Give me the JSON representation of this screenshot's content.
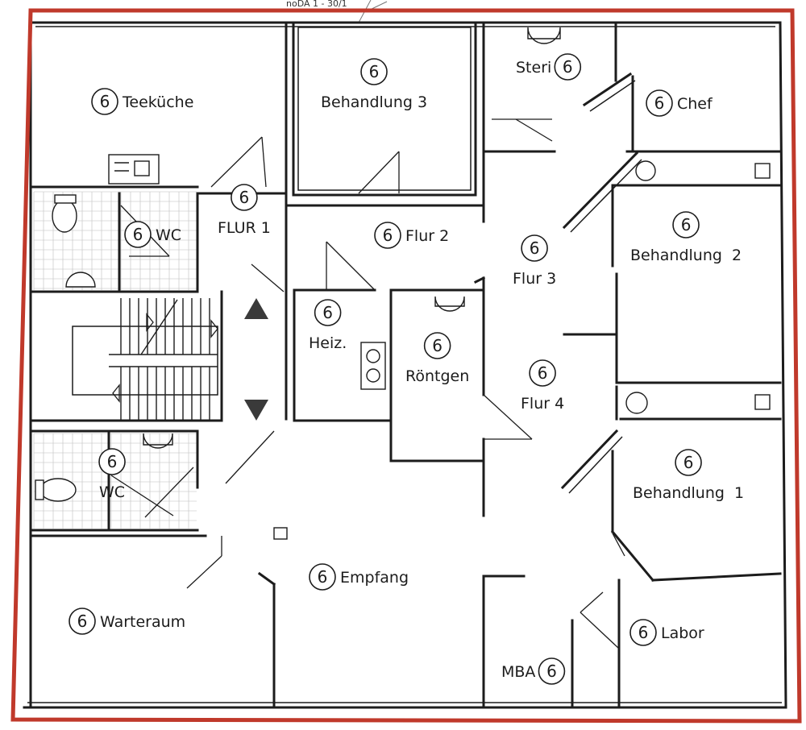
{
  "plan": {
    "top_note": "noDA 1 - 30/1",
    "border_color": "#c0392b",
    "marker": "6",
    "rooms": [
      {
        "id": "teekueche",
        "name": "Teeküche"
      },
      {
        "id": "behandlung3",
        "name": "Behandlung 3"
      },
      {
        "id": "steri",
        "name": "Steri"
      },
      {
        "id": "chef",
        "name": "Chef"
      },
      {
        "id": "wc-top",
        "name": "WC"
      },
      {
        "id": "flur1",
        "name": "FLUR 1"
      },
      {
        "id": "flur2",
        "name": "Flur 2"
      },
      {
        "id": "flur3",
        "name": "Flur 3"
      },
      {
        "id": "behandlung2",
        "name": "Behandlung  2"
      },
      {
        "id": "heiz",
        "name": "Heiz."
      },
      {
        "id": "roentgen",
        "name": "Röntgen"
      },
      {
        "id": "flur4",
        "name": "Flur 4"
      },
      {
        "id": "wc-bottom",
        "name": "WC"
      },
      {
        "id": "behandlung1",
        "name": "Behandlung  1"
      },
      {
        "id": "empfang",
        "name": "Empfang"
      },
      {
        "id": "warteraum",
        "name": "Warteraum"
      },
      {
        "id": "labor",
        "name": "Labor"
      },
      {
        "id": "mba",
        "name": "MBA"
      }
    ]
  }
}
